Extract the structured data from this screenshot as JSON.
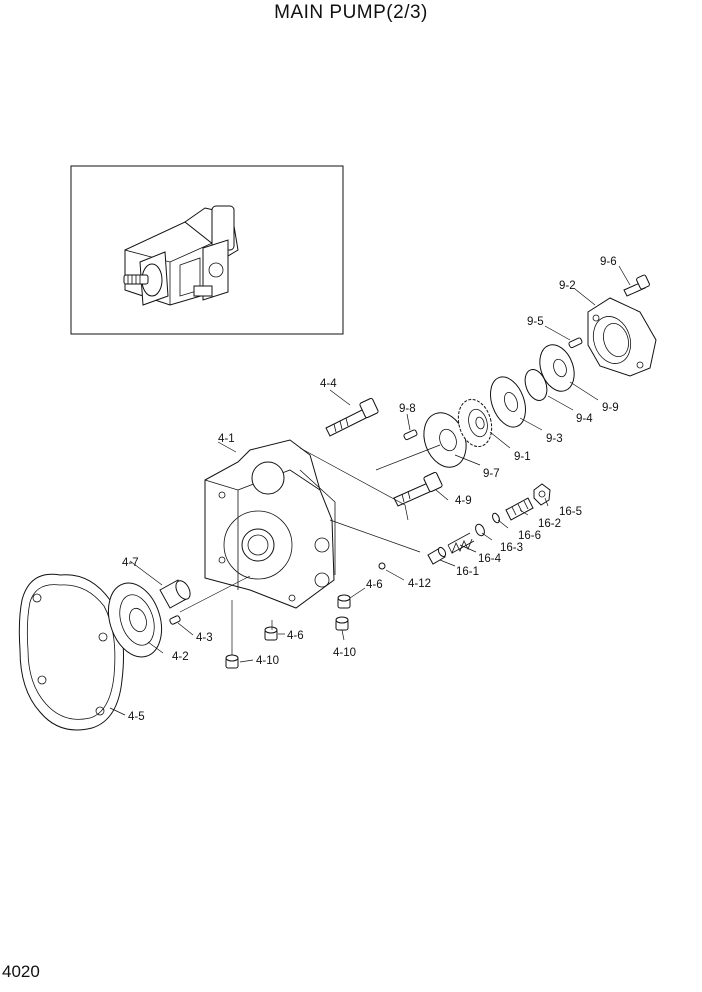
{
  "title": "MAIN PUMP(2/3)",
  "page_number": "4020",
  "labels": {
    "p4_1": "4-1",
    "p4_2": "4-2",
    "p4_3": "4-3",
    "p4_4": "4-4",
    "p4_5": "4-5",
    "p4_6a": "4-6",
    "p4_6b": "4-6",
    "p4_7": "4-7",
    "p4_9": "4-9",
    "p4_10a": "4-10",
    "p4_10b": "4-10",
    "p4_12": "4-12",
    "p9_1": "9-1",
    "p9_2": "9-2",
    "p9_3": "9-3",
    "p9_4": "9-4",
    "p9_5": "9-5",
    "p9_6": "9-6",
    "p9_7": "9-7",
    "p9_8": "9-8",
    "p9_9": "9-9",
    "p16_1": "16-1",
    "p16_2": "16-2",
    "p16_3": "16-3",
    "p16_4": "16-4",
    "p16_5": "16-5",
    "p16_6": "16-6"
  }
}
